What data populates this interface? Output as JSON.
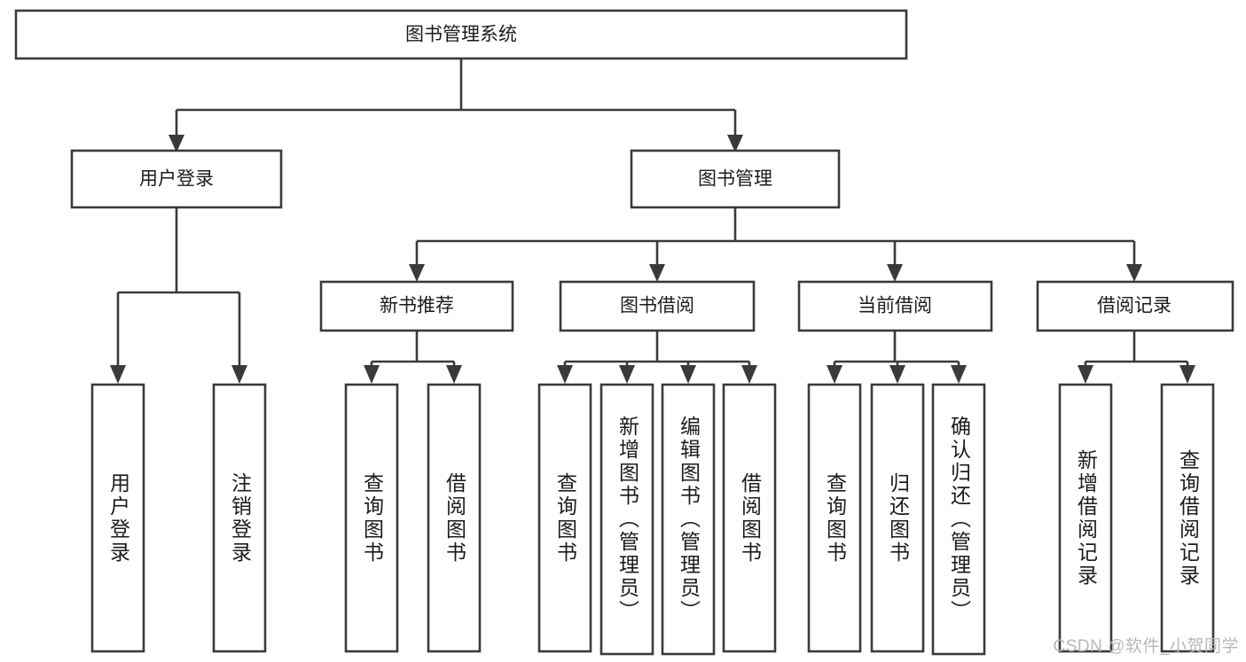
{
  "diagram": {
    "title": "图书管理系统",
    "type": "tree",
    "orientation": "top-down",
    "colors": {
      "box_fill": "#ffffff",
      "box_stroke": "#3a3a3a",
      "text": "#1b1b1b",
      "background": "#ffffff",
      "watermark": "#b8b8b8"
    },
    "levels": {
      "root": {
        "label": "图书管理系统"
      },
      "level2": [
        {
          "label": "用户登录"
        },
        {
          "label": "图书管理"
        }
      ],
      "level3": [
        {
          "label": "新书推荐"
        },
        {
          "label": "图书借阅"
        },
        {
          "label": "当前借阅"
        },
        {
          "label": "借阅记录"
        }
      ]
    },
    "leaves": {
      "user_login": [
        {
          "label": "用户登录"
        },
        {
          "label": "注销登录"
        }
      ],
      "new_book_recommend": [
        {
          "label": "查询图书"
        },
        {
          "label": "借阅图书"
        }
      ],
      "book_borrow": [
        {
          "label": "查询图书"
        },
        {
          "label": "新增图书（管理员）"
        },
        {
          "label": "编辑图书（管理员）"
        },
        {
          "label": "借阅图书"
        }
      ],
      "current_borrow": [
        {
          "label": "查询图书"
        },
        {
          "label": "归还图书"
        },
        {
          "label": "确认归还（管理员）"
        }
      ],
      "borrow_record": [
        {
          "label": "新增借阅记录"
        },
        {
          "label": "查询借阅记录"
        }
      ]
    }
  },
  "watermark": {
    "text": "CSDN @软件_小贺同学"
  }
}
